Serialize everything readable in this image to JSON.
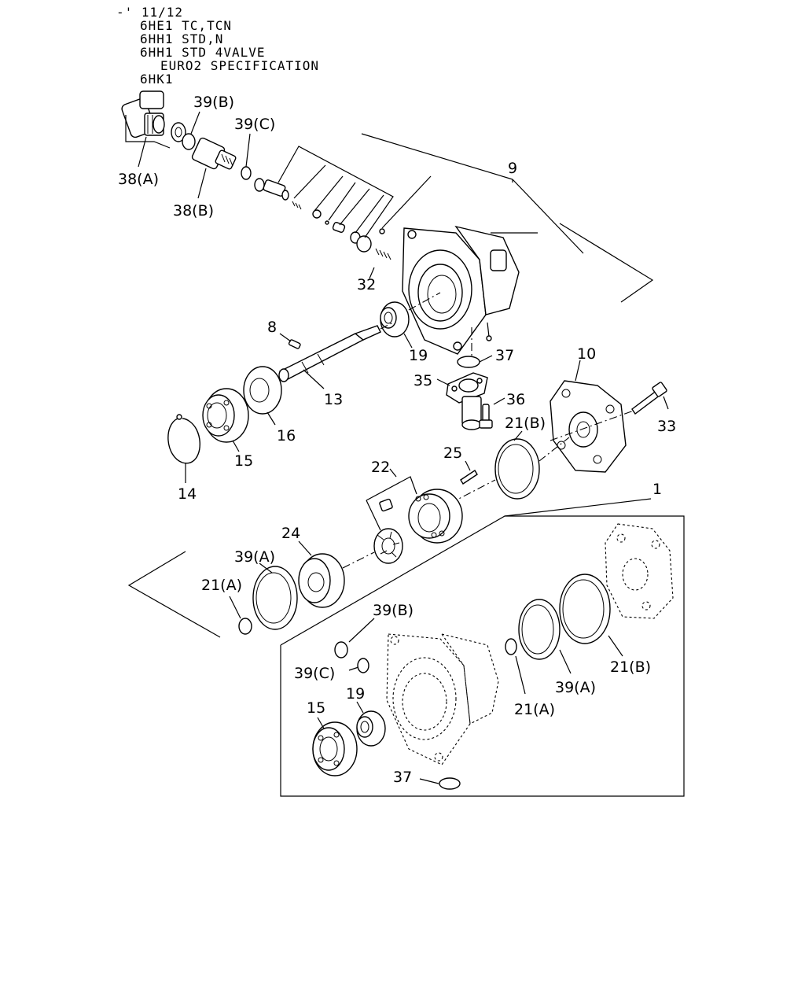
{
  "header": {
    "lines": [
      "-' 11/12",
      "6HE1 TC,TCN",
      "6HH1 STD,N",
      "6HH1 STD 4VALVE",
      "EURO2 SPECIFICATION",
      "6HK1"
    ]
  },
  "callouts": {
    "c_38a": "38(A)",
    "c_39b_top": "39(B)",
    "c_39c_top": "39(C)",
    "c_38b": "38(B)",
    "c_9": "9",
    "c_32": "32",
    "c_8": "8",
    "c_19_top": "19",
    "c_37_top": "37",
    "c_13": "13",
    "c_10": "10",
    "c_35": "35",
    "c_36": "36",
    "c_33": "33",
    "c_16": "16",
    "c_15_top": "15",
    "c_14": "14",
    "c_21b_top": "21(B)",
    "c_25": "25",
    "c_22": "22",
    "c_1": "1",
    "c_24": "24",
    "c_39a_left": "39(A)",
    "c_21a_left": "21(A)",
    "c_39b_kit": "39(B)",
    "c_39c_kit": "39(C)",
    "c_19_kit": "19",
    "c_15_kit": "15",
    "c_37_kit": "37",
    "c_21a_kit": "21(A)",
    "c_39a_kit": "39(A)",
    "c_21b_kit": "21(B)"
  }
}
